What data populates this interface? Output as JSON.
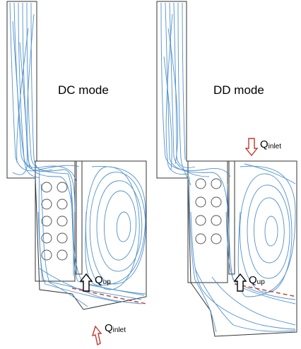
{
  "panels": [
    {
      "id": "dc",
      "mode_label": "DC mode",
      "flows": [
        {
          "symbol": "Q",
          "subscript": "up",
          "arrow_direction": "up",
          "arrow_fill": "white",
          "arrow_stroke": "#000000"
        },
        {
          "symbol": "Q",
          "subscript": "inlet",
          "arrow_direction": "up",
          "arrow_fill": "white",
          "arrow_stroke": "#c0392b"
        }
      ]
    },
    {
      "id": "dd",
      "mode_label": "DD mode",
      "flows": [
        {
          "symbol": "Q",
          "subscript": "inlet",
          "arrow_direction": "down",
          "arrow_fill": "white",
          "arrow_stroke": "#c0392b"
        },
        {
          "symbol": "Q",
          "subscript": "up",
          "arrow_direction": "up",
          "arrow_fill": "white",
          "arrow_stroke": "#000000"
        }
      ]
    }
  ],
  "colors": {
    "streamline": "#3f86c8",
    "streamline_light": "#8ab8e0",
    "wall": "#333333",
    "cut_line": "#c0392b"
  }
}
